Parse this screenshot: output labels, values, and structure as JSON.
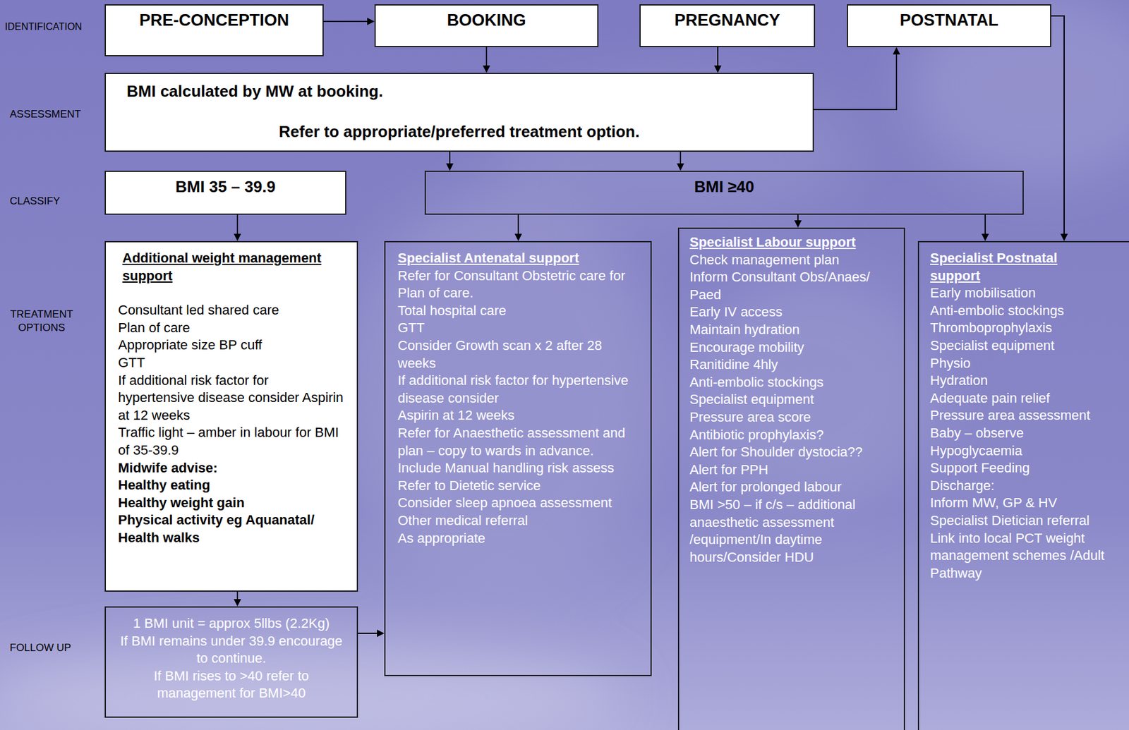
{
  "diagram": {
    "nodes": [
      {
        "text": [
          "PRE-CONCEPTION"
        ]
      },
      {
        "text": [
          "BOOKING"
        ]
      },
      {
        "text": [
          "PREGNANCY"
        ]
      },
      {
        "text": [
          "POSTNATAL"
        ]
      },
      {
        "text": [
          "BMI calculated by MW at booking.",
          "Refer to appropriate/preferred treatment option."
        ]
      },
      {
        "text": [
          "BMI 35 – 39.9"
        ]
      },
      {
        "text": [
          "BMI ≥40"
        ]
      },
      {
        "text": [
          "Additional weight management support",
          "Consultant led shared care",
          "Plan of care",
          "Appropriate size BP cuff",
          "GTT",
          "If additional risk factor for hypertensive disease consider Aspirin at 12 weeks",
          "Traffic light – amber in labour for BMI of 35-39.9",
          "Midwife advise:",
          "Healthy eating",
          "Healthy weight gain",
          "Physical activity eg Aquanatal/ Health walks"
        ]
      },
      {
        "text": [
          "1 BMI unit = approx 5llbs (2.2Kg)",
          "If BMI remains under 39.9 encourage to continue.",
          "If BMI rises to >40 refer to management for BMI>40"
        ]
      },
      {
        "text": [
          "Specialist Antenatal support",
          "Refer for Consultant Obstetric care for",
          "Plan of care.",
          "Total hospital care",
          "GTT",
          "Consider Growth scan x 2 after 28 weeks",
          "If additional risk factor for hypertensive disease consider",
          "Aspirin at 12 weeks",
          "Refer for Anaesthetic assessment and plan – copy to wards in advance.",
          "Include Manual handling risk assess",
          "Refer to Dietetic service",
          "Consider sleep apnoea assessment",
          "Other medical referral",
          "As appropriate"
        ]
      },
      {
        "text": [
          "Specialist Labour support",
          "Check management plan",
          "Inform Consultant Obs/Anaes/ Paed",
          "Early IV access",
          "Maintain hydration",
          "Encourage mobility",
          "Ranitidine 4hly",
          "Anti-embolic stockings",
          "Specialist equipment",
          "Pressure area score",
          "Antibiotic prophylaxis?",
          "Alert for Shoulder dystocia??",
          "Alert for PPH",
          "Alert for prolonged labour",
          "BMI >50 – if c/s – additional anaesthetic assessment /equipment/In daytime hours/Consider HDU"
        ]
      },
      {
        "text": [
          "Specialist Postnatal support",
          "Early mobilisation",
          "Anti-embolic stockings",
          "Thromboprophylaxis",
          "Specialist equipment",
          "Physio",
          "Hydration",
          "Adequate pain relief",
          "Pressure area assessment",
          "Baby – observe",
          "Hypoglycaemia",
          "Support Feeding",
          "Discharge:",
          "Inform MW, GP & HV",
          "Specialist Dietician referral",
          "Link into local PCT weight management schemes /Adult Pathway"
        ]
      }
    ],
    "edges": [
      {
        "from": 0,
        "to": 1,
        "arrow": "to"
      },
      {
        "from": 1,
        "to": 4,
        "arrow": "to"
      },
      {
        "from": 2,
        "to": 4,
        "arrow": "to"
      },
      {
        "from": 4,
        "to": 3,
        "arrow": "to"
      },
      {
        "from": 3,
        "to": 11,
        "arrow": "to"
      },
      {
        "from": 4,
        "to": 6,
        "arrow": "to"
      },
      {
        "from": 4,
        "to": 6,
        "arrow": "to"
      },
      {
        "from": 5,
        "to": 7,
        "arrow": "to"
      },
      {
        "from": 6,
        "to": 9,
        "arrow": "to"
      },
      {
        "from": 6,
        "to": 10,
        "arrow": "to"
      },
      {
        "from": 6,
        "to": 11,
        "arrow": "to"
      },
      {
        "from": 7,
        "to": 8,
        "arrow": "to"
      },
      {
        "from": 8,
        "to": 9,
        "arrow": "to"
      }
    ],
    "labels": [
      "IDENTIFICATION",
      "ASSESSMENT",
      "CLASSIFY",
      "TREATMENT OPTIONS",
      "FOLLOW UP"
    ]
  }
}
